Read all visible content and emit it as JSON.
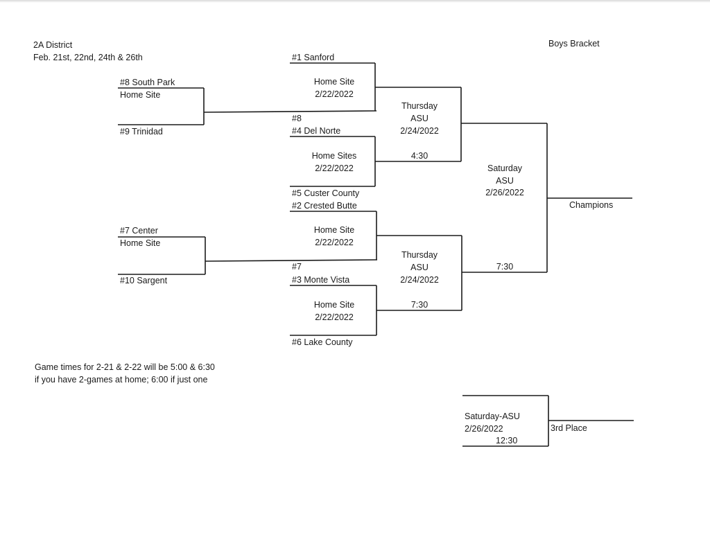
{
  "header": {
    "district": "2A District",
    "dates": "Feb. 21st, 22nd, 24th & 26th",
    "bracket_title": "Boys Bracket"
  },
  "first_round": {
    "game_a": {
      "top_team": "#8 South Park",
      "site": "Home Site",
      "bottom_team": "#9 Trinidad"
    },
    "game_b": {
      "top_team": "#7 Center",
      "site": "Home Site",
      "bottom_team": "#10 Sargent"
    }
  },
  "quarterfinals": {
    "game_1": {
      "top_team": "#1 Sanford",
      "site": "Home Site",
      "date": "2/22/2022",
      "bottom_team": "#8"
    },
    "game_2": {
      "top_team": "#4 Del Norte",
      "site": "Home Sites",
      "date": "2/22/2022",
      "bottom_team": "#5 Custer County"
    },
    "game_3": {
      "top_team": "#2 Crested Butte",
      "site": "Home Site",
      "date": "2/22/2022",
      "bottom_team": "#7"
    },
    "game_4": {
      "top_team": "#3 Monte Vista",
      "site": "Home Site",
      "date": "2/22/2022",
      "bottom_team": "#6 Lake County"
    }
  },
  "semifinals": {
    "game_1": {
      "day": "Thursday",
      "venue": "ASU",
      "date": "2/24/2022",
      "time": "4:30"
    },
    "game_2": {
      "day": "Thursday",
      "venue": "ASU",
      "date": "2/24/2022",
      "time": "7:30"
    }
  },
  "final": {
    "day": "Saturday",
    "venue": "ASU",
    "date": "2/26/2022",
    "time": "7:30",
    "winner_label": "Champions"
  },
  "third_place": {
    "day_venue": "Saturday-ASU",
    "date": "2/26/2022",
    "time": "12:30",
    "winner_label": "3rd Place"
  },
  "notes": {
    "line1": "Game times for 2-21 & 2-22 will be 5:00 & 6:30",
    "line2": "if you have 2-games at home; 6:00 if just one"
  }
}
